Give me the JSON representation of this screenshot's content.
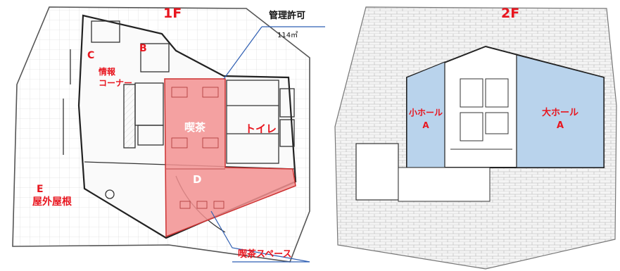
{
  "floor1": {
    "title": "1F",
    "management": {
      "label": "管理許可",
      "area": "114㎡"
    },
    "rooms": {
      "b": "B",
      "c": "C",
      "info": [
        "情報",
        "コーナー"
      ],
      "cafe": "喫茶",
      "toilet": "トイレ",
      "d": "D",
      "e": "E",
      "outdoor_roof": "屋外屋根"
    },
    "cafe_space": "喫茶スペース"
  },
  "floor2": {
    "title": "2F",
    "small_hall": [
      "小ホール",
      "A"
    ],
    "large_hall": [
      "大ホール",
      "A"
    ]
  },
  "colors": {
    "label_red": "#e8161f",
    "cafe_fill": "#f29090",
    "hall_fill": "#b9d3ec",
    "wall": "#333333",
    "leader_line": "#2f5fb3"
  }
}
